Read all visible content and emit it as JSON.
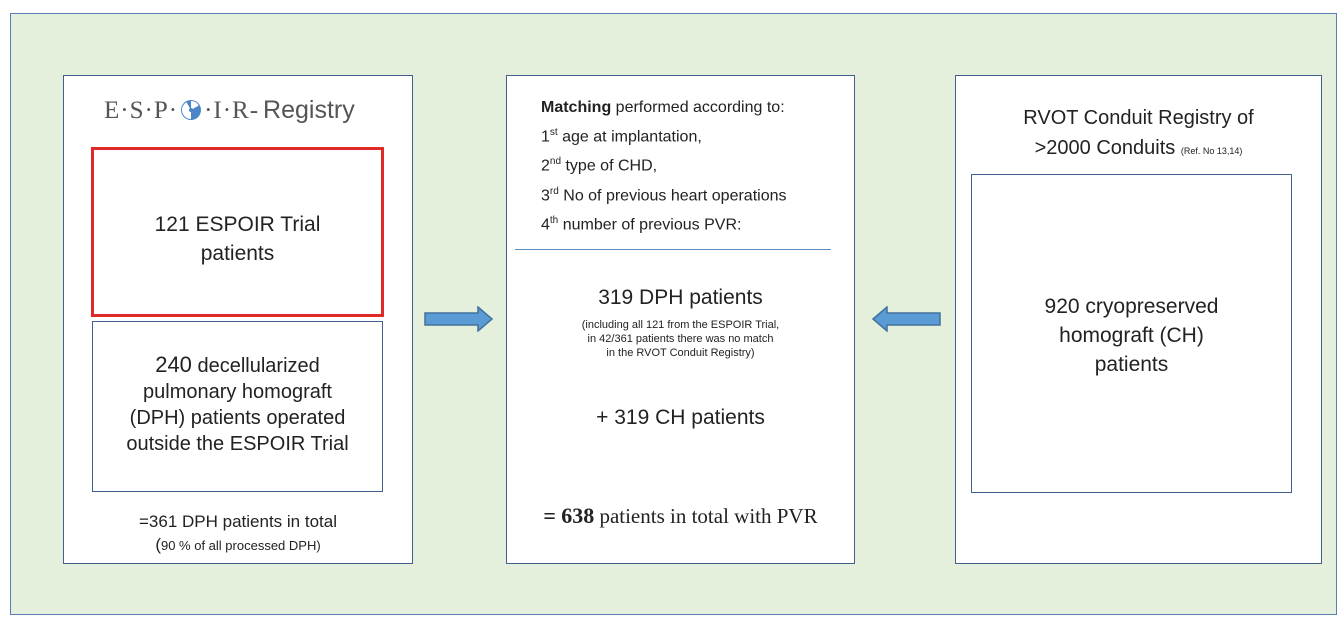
{
  "left": {
    "registry_letters": "E·S·P·",
    "registry_letters_2": "·I·R-",
    "registry_word": "Registry",
    "logo_icon": "tri-blade-logo",
    "trial_line1": "121 ESPOIR Trial",
    "trial_line2": "patients",
    "decell_number": "240",
    "decell_line1_rest": "decellularized",
    "decell_line2": "pulmonary homograft",
    "decell_line3": "(DPH) patients operated",
    "decell_line4": "outside the ESPOIR Trial",
    "total_line": "=361 DPH patients in total",
    "total_note_open": "(",
    "total_note": "90 % of all processed DPH)"
  },
  "middle": {
    "matching_bold": "Matching",
    "matching_rest": " performed according to:",
    "criteria": [
      {
        "num": "1",
        "sup": "st",
        "text": " age at implantation,"
      },
      {
        "num": "2",
        "sup": "nd",
        "text": " type of CHD,"
      },
      {
        "num": "3",
        "sup": "rd",
        "text": " No of previous heart operations"
      },
      {
        "num": "4",
        "sup": "th",
        "text": " number of  previous PVR:"
      }
    ],
    "dph_patients": "319 DPH patients",
    "dph_note_line1": "(including all 121 from the ESPOIR Trial,",
    "dph_note_line2": "in 42/361 patients there was no match",
    "dph_note_line3": "in the RVOT Conduit Registry)",
    "ch_patients": "+ 319 CH patients",
    "total_prefix": "=",
    "total_number": "638",
    "total_suffix": " patients in total with PVR"
  },
  "right": {
    "title_line1": "RVOT Conduit Registry of",
    "title_line2": ">2000 Conduits",
    "title_ref": "(Ref. No 13,14)",
    "ch_line1": "920 cryopreserved",
    "ch_line2": "homograft (CH)",
    "ch_line3": "patients"
  },
  "colors": {
    "background": "#e4efdc",
    "box_border": "#41608e",
    "highlight_border": "#e02a2a",
    "arrow_fill": "#5b9bd5",
    "arrow_stroke": "#41719c"
  },
  "icons": [
    "right-arrow-icon",
    "left-arrow-icon",
    "tri-blade-logo"
  ]
}
